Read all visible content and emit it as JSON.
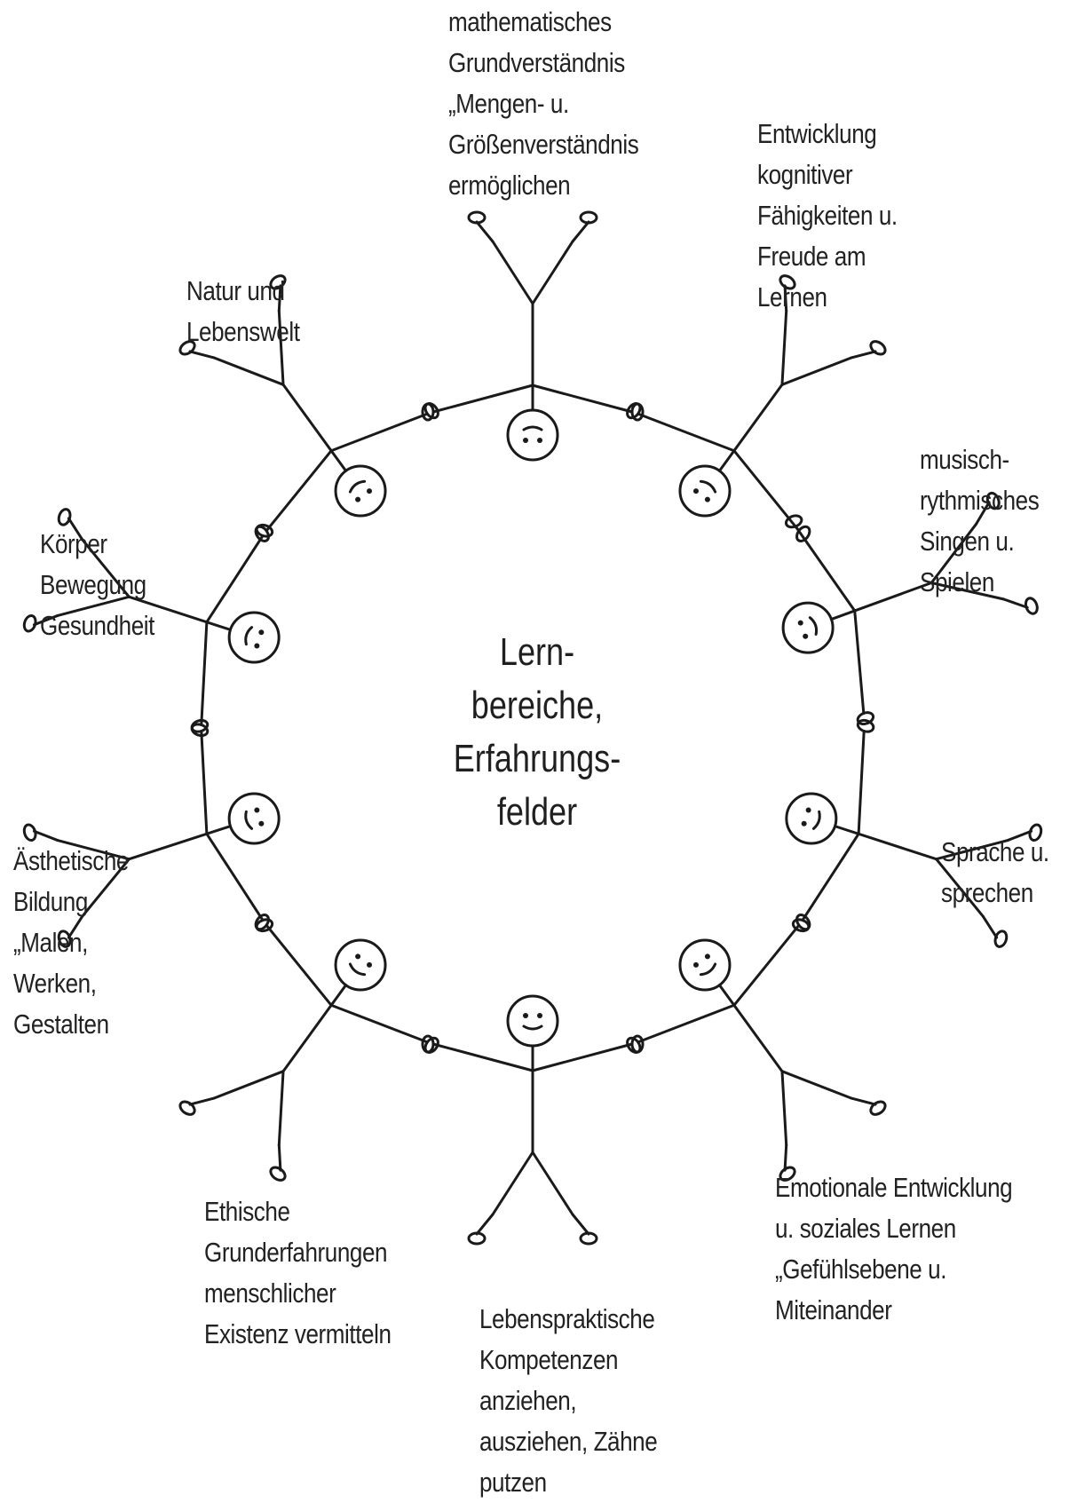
{
  "center_title": "Lern-\nbereiche,\nErfahrungs-\nfelder",
  "areas": [
    {
      "id": "math",
      "text": "mathematisches\nGrundverständnis\n„Mengen- u.\nGrößenverständnis\nermöglichen"
    },
    {
      "id": "cognitive",
      "text": "Entwicklung\nkognitiver\nFähigkeiten u.\nFreude am\nLernen"
    },
    {
      "id": "music",
      "text": "musisch-\nrythmisches\nSingen u.\nSpielen"
    },
    {
      "id": "language",
      "text": "Sprache u.\nsprechen"
    },
    {
      "id": "emotional",
      "text": "Emotionale Entwicklung\nu. soziales Lernen\n„Gefühlsebene u.\nMiteinander"
    },
    {
      "id": "practical",
      "text": "Lebenspraktische\nKompetenzen\nanziehen,\nausziehen, Zähne\nputzen"
    },
    {
      "id": "ethics",
      "text": "Ethische\nGrunderfahrungen\nmenschlicher\nExistenz vermitteln"
    },
    {
      "id": "aesthetic",
      "text": "Ästhetische\nBildung\n„Malen,\nWerken,\nGestalten"
    },
    {
      "id": "body",
      "text": "Körper\nBewegung\nGesundheit"
    },
    {
      "id": "nature",
      "text": "Natur und\nLebenswelt"
    }
  ]
}
